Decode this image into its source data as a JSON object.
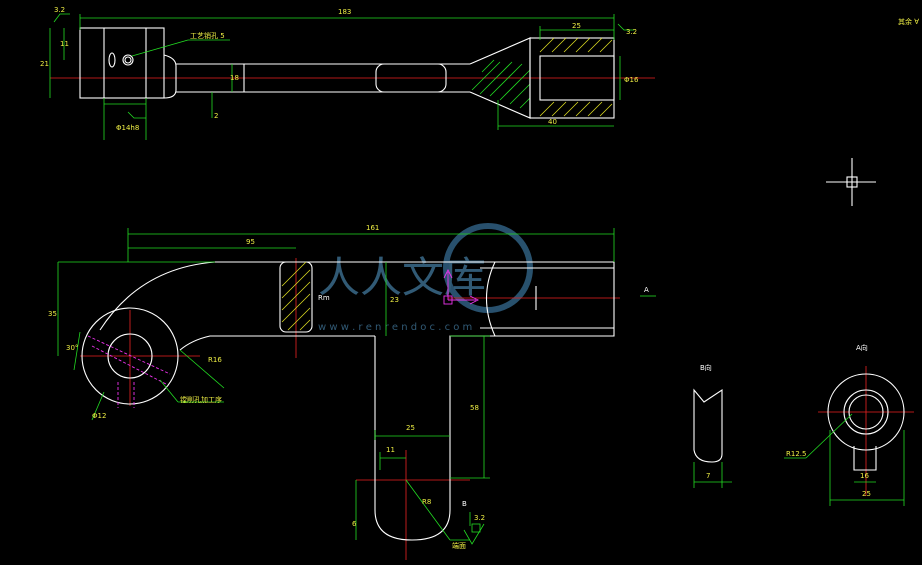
{
  "watermark": {
    "characters": "人人文库",
    "url": "w w w . r e n r e n d o c . c o m"
  },
  "top_view": {
    "dim_overall_length": "183",
    "dim_tip_length": "25",
    "dim_tip_bore": "Φ16",
    "dim_tip_outer": "40",
    "dim_shank": "18",
    "dim_head_height": "21",
    "dim_head_top": "11",
    "dim_head_width": "Φ14h8",
    "dim_small": "2",
    "note_hole": "工艺销孔 5",
    "roughness_a": "3.2",
    "roughness_b": "3.2"
  },
  "front_view": {
    "dim_total_length": "161",
    "dim_to_window": "95",
    "dim_window_height": "23",
    "dim_height_left": "35",
    "dim_stem_length": "58",
    "dim_stem_width": "25",
    "dim_stem_inner": "11",
    "dim_stem_radius": "R8",
    "dim_arc_radius": "R16",
    "dim_angle": "30°",
    "dim_bore": "Φ12",
    "note_bore": "镗削孔加工序",
    "note_end": "端面",
    "label_b": "B",
    "label_a": "A",
    "label_n": "Rm",
    "roughness_c": "3.2",
    "dim_small": "6"
  },
  "b_view": {
    "title": "B向",
    "dim_width": "7"
  },
  "a_view": {
    "title": "A向",
    "dim_radius": "R12.5",
    "dim_inner": "16",
    "dim_outer": "25"
  },
  "corner_note": "其余 ∀"
}
